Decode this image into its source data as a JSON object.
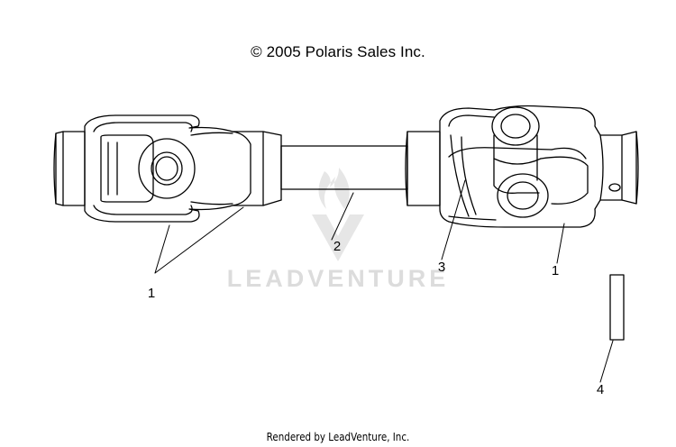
{
  "copyright": "© 2005 Polaris Sales Inc.",
  "footer": "Rendered by LeadVenture, Inc.",
  "watermark": "LEADVENTURE",
  "callouts": {
    "c1a": "1",
    "c1b": "1",
    "c2": "2",
    "c3": "3",
    "c4": "4"
  },
  "colors": {
    "line": "#000000",
    "watermark": "#dcdcdc"
  }
}
